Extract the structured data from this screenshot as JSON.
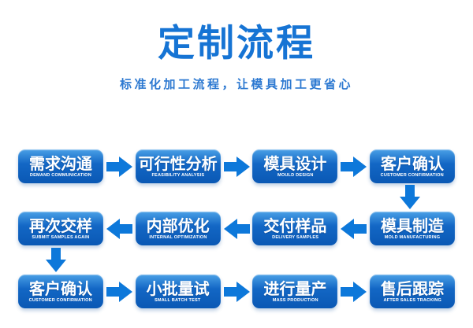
{
  "page": {
    "title": "定制流程",
    "subtitle": "标准化加工流程，让模具加工更省心"
  },
  "colors": {
    "title_blue": "#1674d4",
    "subtitle_blue": "#2d79d1",
    "box_blue_top": "#4aa0e6",
    "box_blue_bottom": "#0a58b4",
    "arrow_blue": "#0d78da",
    "background": "#ffffff"
  },
  "flow": {
    "rows": [
      {
        "direction": "right",
        "steps": [
          {
            "title": "需求沟通",
            "caption": "DEMAND COMMUNICATION"
          },
          {
            "title": "可行性分析",
            "caption": "FEASIBILITY ANALYSIS"
          },
          {
            "title": "模具设计",
            "caption": "MOULD DESIGN"
          },
          {
            "title": "客户确认",
            "caption": "CUSTOMER CONFIRMATION"
          }
        ]
      },
      {
        "direction": "left",
        "steps": [
          {
            "title": "再次交样",
            "caption": "SUBMIT SAMPLES AGAIN"
          },
          {
            "title": "内部优化",
            "caption": "INTERNAL OPTIMIZATION"
          },
          {
            "title": "交付样品",
            "caption": "DELIVERY SAMPLES"
          },
          {
            "title": "模具制造",
            "caption": "MOLD MANUFACTURING"
          }
        ]
      },
      {
        "direction": "right",
        "steps": [
          {
            "title": "客户确认",
            "caption": "CUSTOMER CONFIRMATION"
          },
          {
            "title": "小批量试",
            "caption": "SMALL BATCH TEST"
          },
          {
            "title": "进行量产",
            "caption": "MASS PRODUCTION"
          },
          {
            "title": "售后跟踪",
            "caption": "AFTER SALES TRACKING"
          }
        ]
      }
    ]
  }
}
